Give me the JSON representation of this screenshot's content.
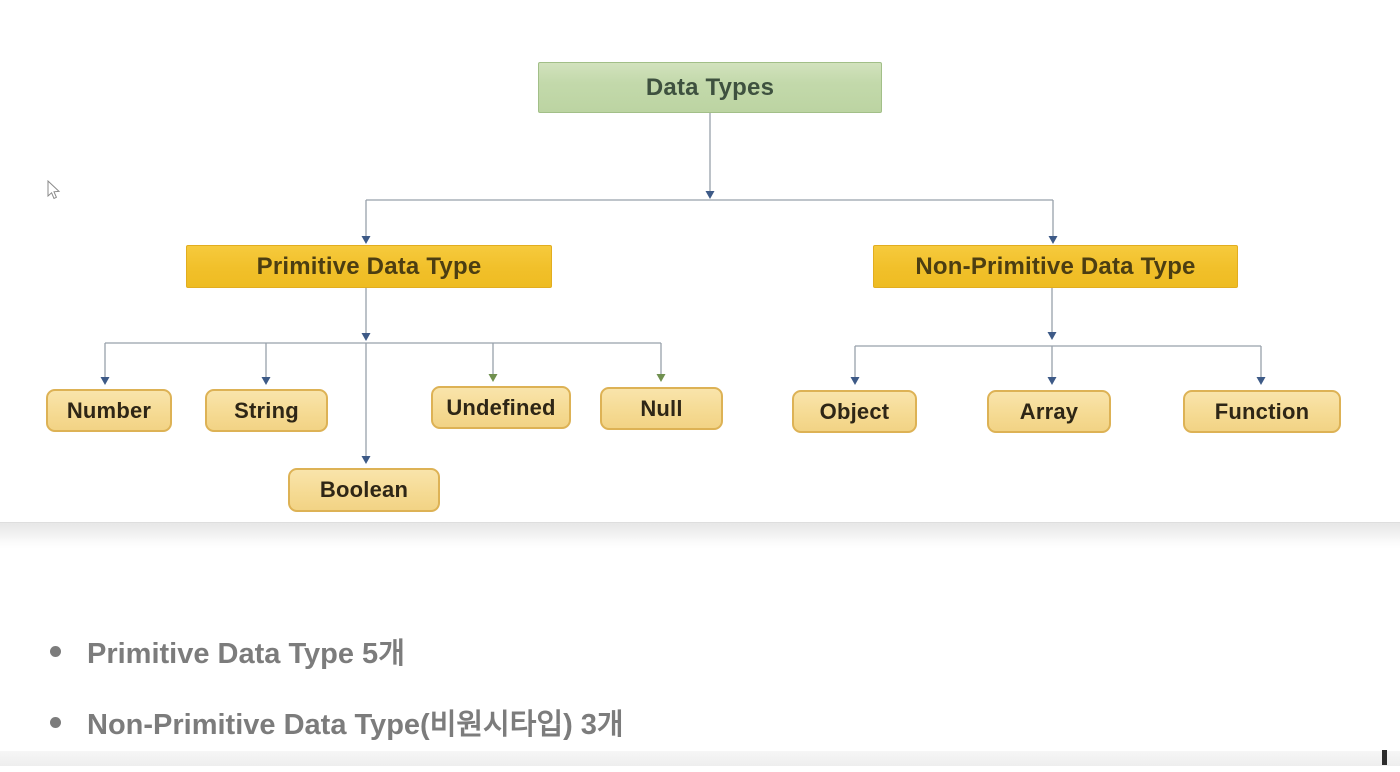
{
  "diagram": {
    "root_label": "Data Types",
    "primitive_label": "Primitive Data Type",
    "non_primitive_label": "Non-Primitive Data Type",
    "primitive_children": [
      "Number",
      "String",
      "Undefined",
      "Null",
      "Boolean"
    ],
    "non_primitive_children": [
      "Object",
      "Array",
      "Function"
    ],
    "colors": {
      "root_fill": "#c3d9ab",
      "root_border": "#a2bf88",
      "root_text": "#3e513f",
      "branch_fill": "#f1c02a",
      "branch_border": "#e2ad1f",
      "branch_text": "#4c3e12",
      "leaf_fill": "#f5da92",
      "leaf_border": "#ddb255",
      "leaf_text": "#2e2616",
      "connector_line": "#97a1ab",
      "arrow_blue": "#3d5a87",
      "arrow_green": "#70904f"
    }
  },
  "notes": {
    "bullets": [
      "Primitive Data Type 5개",
      "Non-Primitive Data Type(비원시타입) 3개"
    ]
  }
}
